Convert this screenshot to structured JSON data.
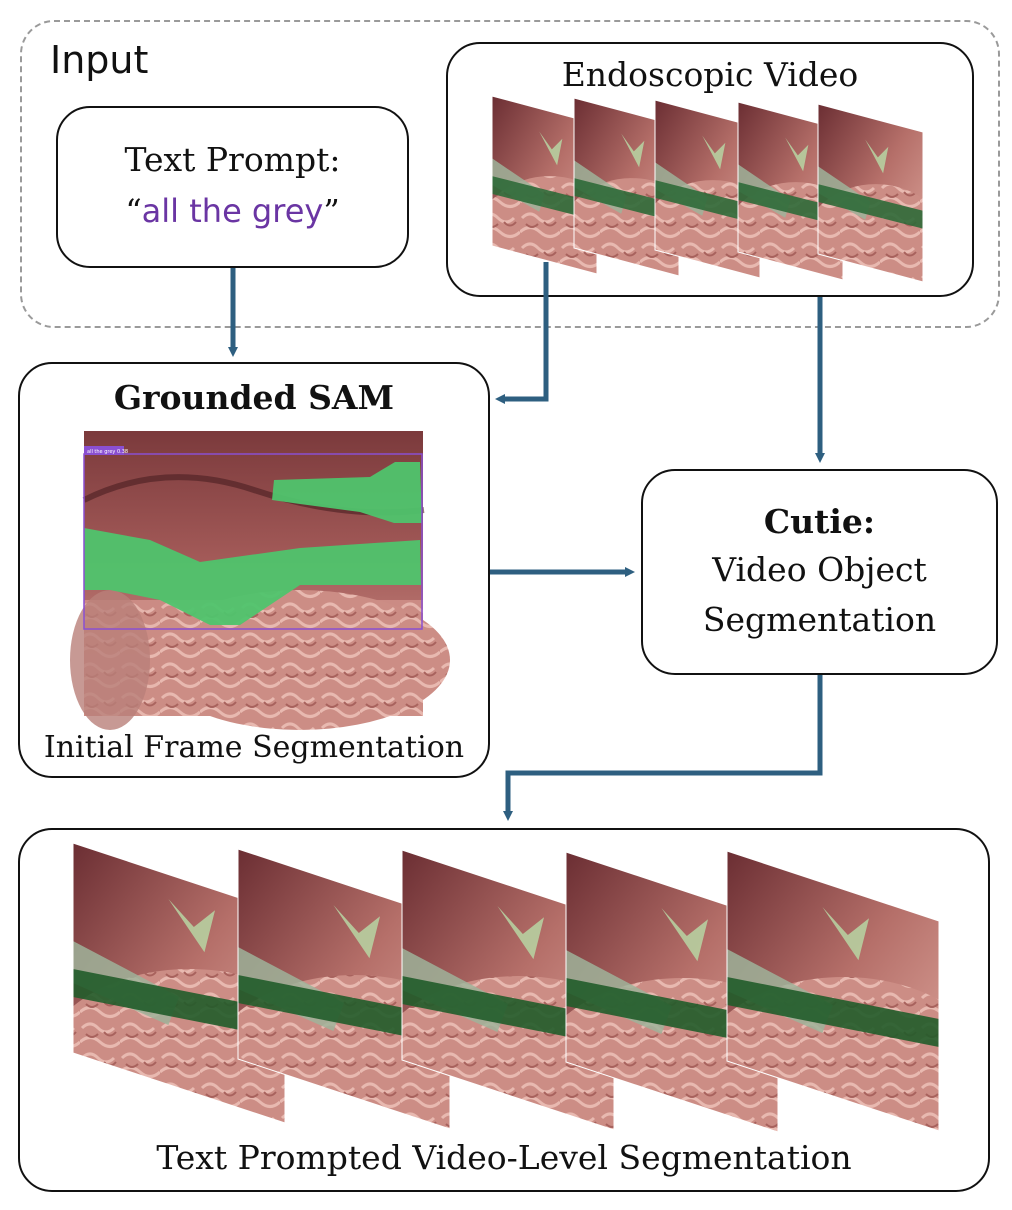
{
  "input_group": {
    "label": "Input"
  },
  "text_prompt": {
    "title": "Text Prompt:",
    "open_quote": "“",
    "prompt": "all the grey",
    "close_quote": "”",
    "prompt_color": "#6a35a3"
  },
  "endoscopic_video": {
    "title": "Endoscopic Video"
  },
  "grounded_sam": {
    "title": "Grounded SAM",
    "caption": "Initial Frame Segmentation",
    "detection_tag": "all the grey 0.38"
  },
  "cutie": {
    "title": "Cutie:",
    "line2": "Video Object",
    "line3": "Segmentation"
  },
  "output": {
    "caption": "Text Prompted Video-Level Segmentation"
  },
  "colors": {
    "arrow": "#2e5f80",
    "mask_green": "#4fc46d",
    "dark_green_mask": "#215c2a",
    "tissue": "#c78780",
    "tissue_dark": "#6e2f33",
    "bbox_purple": "#8a4fd1"
  }
}
